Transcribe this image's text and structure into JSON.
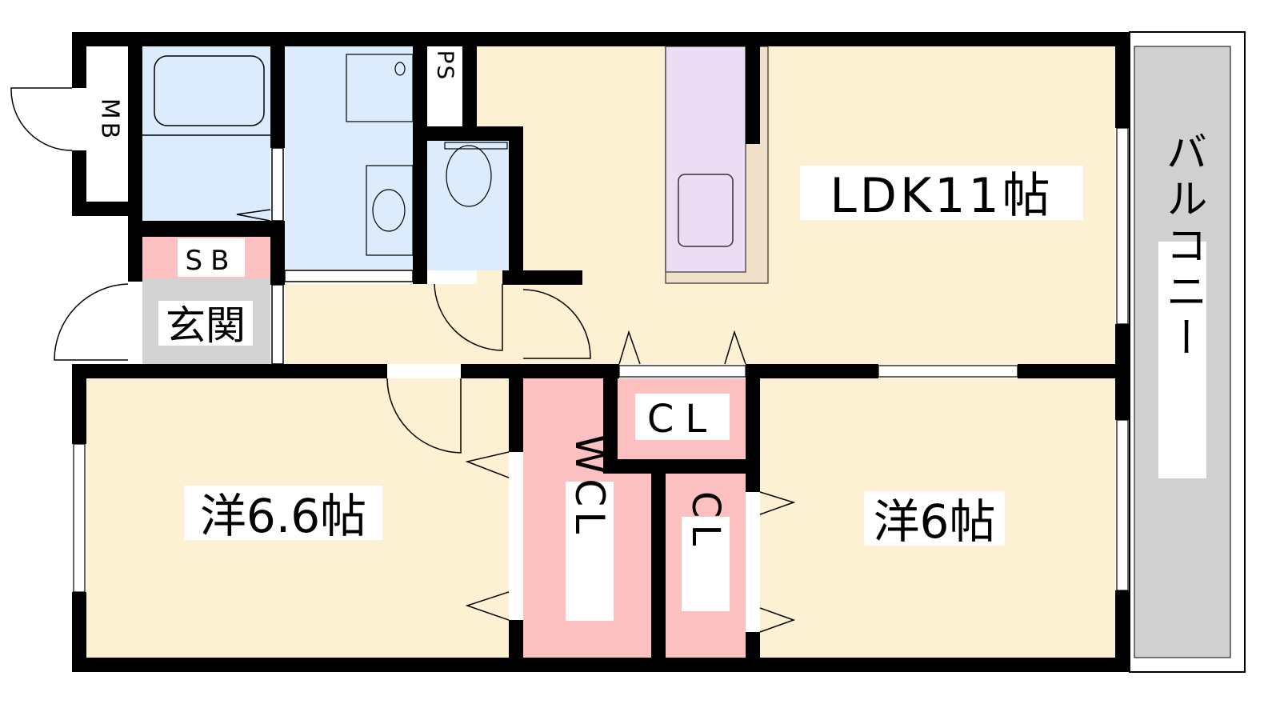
{
  "rooms": {
    "mb": "MB",
    "ps": "PS",
    "sb": "SB",
    "genkan": "玄関",
    "ldk": "LDK11帖",
    "western_left": "洋6.6帖",
    "western_right": "洋6帖",
    "wcl": "WCL",
    "cl_top": "CL",
    "cl_right": "CL",
    "balcony": "バルコニー"
  },
  "colors": {
    "living": "#fdf1d3",
    "wet": "#dcecfc",
    "storage": "#fcc0c0",
    "entrance": "#d2d2d2",
    "kitchen": "#ecdcf4",
    "counter": "#f0e0c8",
    "balcony": "#d0d0d0",
    "wall": "#000000"
  }
}
